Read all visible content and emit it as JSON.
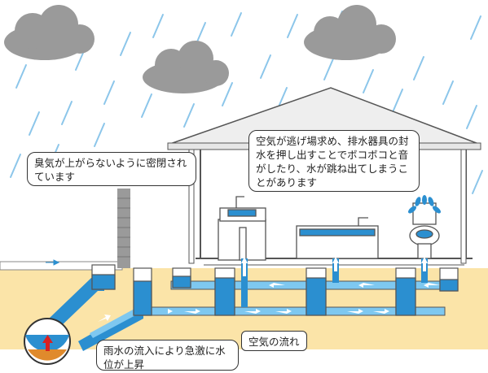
{
  "callouts": {
    "seal": "臭気が上がらないように密閉されています",
    "bubbling": "空気が逃げ場求め、排水器具の封水を押し出すことでボコボコと音がしたり、水が跳ね出てしまうことがあります",
    "rise": "雨水の流入により急激に水位が上昇"
  },
  "flow_label": "空気の流れ",
  "colors": {
    "water": "#2b8fd0",
    "pipe_light": "#7ec8f0",
    "ground": "#fbe4a8",
    "cloud": "#9a9a9a",
    "rain": "#8cc6ea",
    "roof": "#eeeeee",
    "sediment": "#e08a2c",
    "arrow_up": "#d92020"
  }
}
